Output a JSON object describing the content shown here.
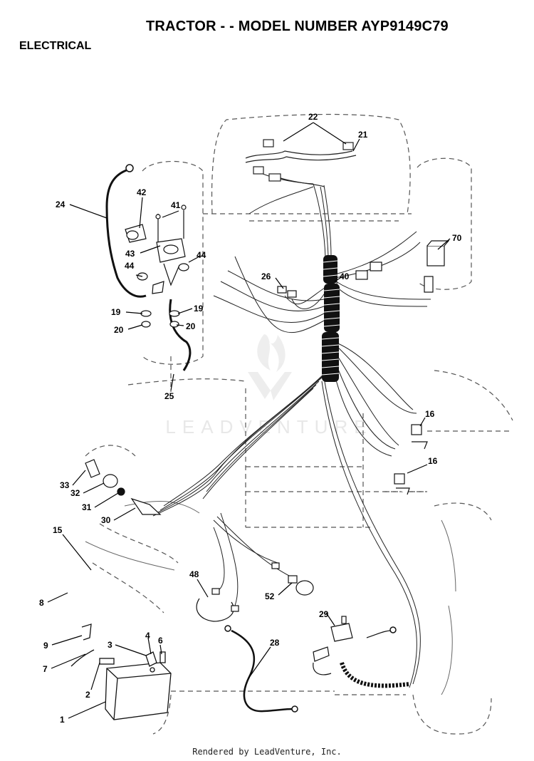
{
  "header": {
    "title": "TRACTOR - - MODEL NUMBER AYP9149C79",
    "section": "ELECTRICAL"
  },
  "footer": {
    "text": "Rendered by LeadVenture, Inc."
  },
  "watermark": {
    "text": "LEADVENTURE"
  },
  "callouts": [
    {
      "id": "c22",
      "label": "22"
    },
    {
      "id": "c21",
      "label": "21"
    },
    {
      "id": "c24",
      "label": "24"
    },
    {
      "id": "c42",
      "label": "42"
    },
    {
      "id": "c41",
      "label": "41"
    },
    {
      "id": "c43",
      "label": "43"
    },
    {
      "id": "c44a",
      "label": "44"
    },
    {
      "id": "c44b",
      "label": "44"
    },
    {
      "id": "c70",
      "label": "70"
    },
    {
      "id": "c26",
      "label": "26"
    },
    {
      "id": "c40",
      "label": "40"
    },
    {
      "id": "c19a",
      "label": "19"
    },
    {
      "id": "c19b",
      "label": "19"
    },
    {
      "id": "c20a",
      "label": "20"
    },
    {
      "id": "c20b",
      "label": "20"
    },
    {
      "id": "c25",
      "label": "25"
    },
    {
      "id": "c16a",
      "label": "16"
    },
    {
      "id": "c16b",
      "label": "16"
    },
    {
      "id": "c33",
      "label": "33"
    },
    {
      "id": "c32",
      "label": "32"
    },
    {
      "id": "c31",
      "label": "31"
    },
    {
      "id": "c30",
      "label": "30"
    },
    {
      "id": "c15",
      "label": "15"
    },
    {
      "id": "c48",
      "label": "48"
    },
    {
      "id": "c52",
      "label": "52"
    },
    {
      "id": "c8",
      "label": "8"
    },
    {
      "id": "c29",
      "label": "29"
    },
    {
      "id": "c9",
      "label": "9"
    },
    {
      "id": "c4",
      "label": "4"
    },
    {
      "id": "c6",
      "label": "6"
    },
    {
      "id": "c3",
      "label": "3"
    },
    {
      "id": "c28",
      "label": "28"
    },
    {
      "id": "c7",
      "label": "7"
    },
    {
      "id": "c2",
      "label": "2"
    },
    {
      "id": "c1",
      "label": "1"
    }
  ]
}
